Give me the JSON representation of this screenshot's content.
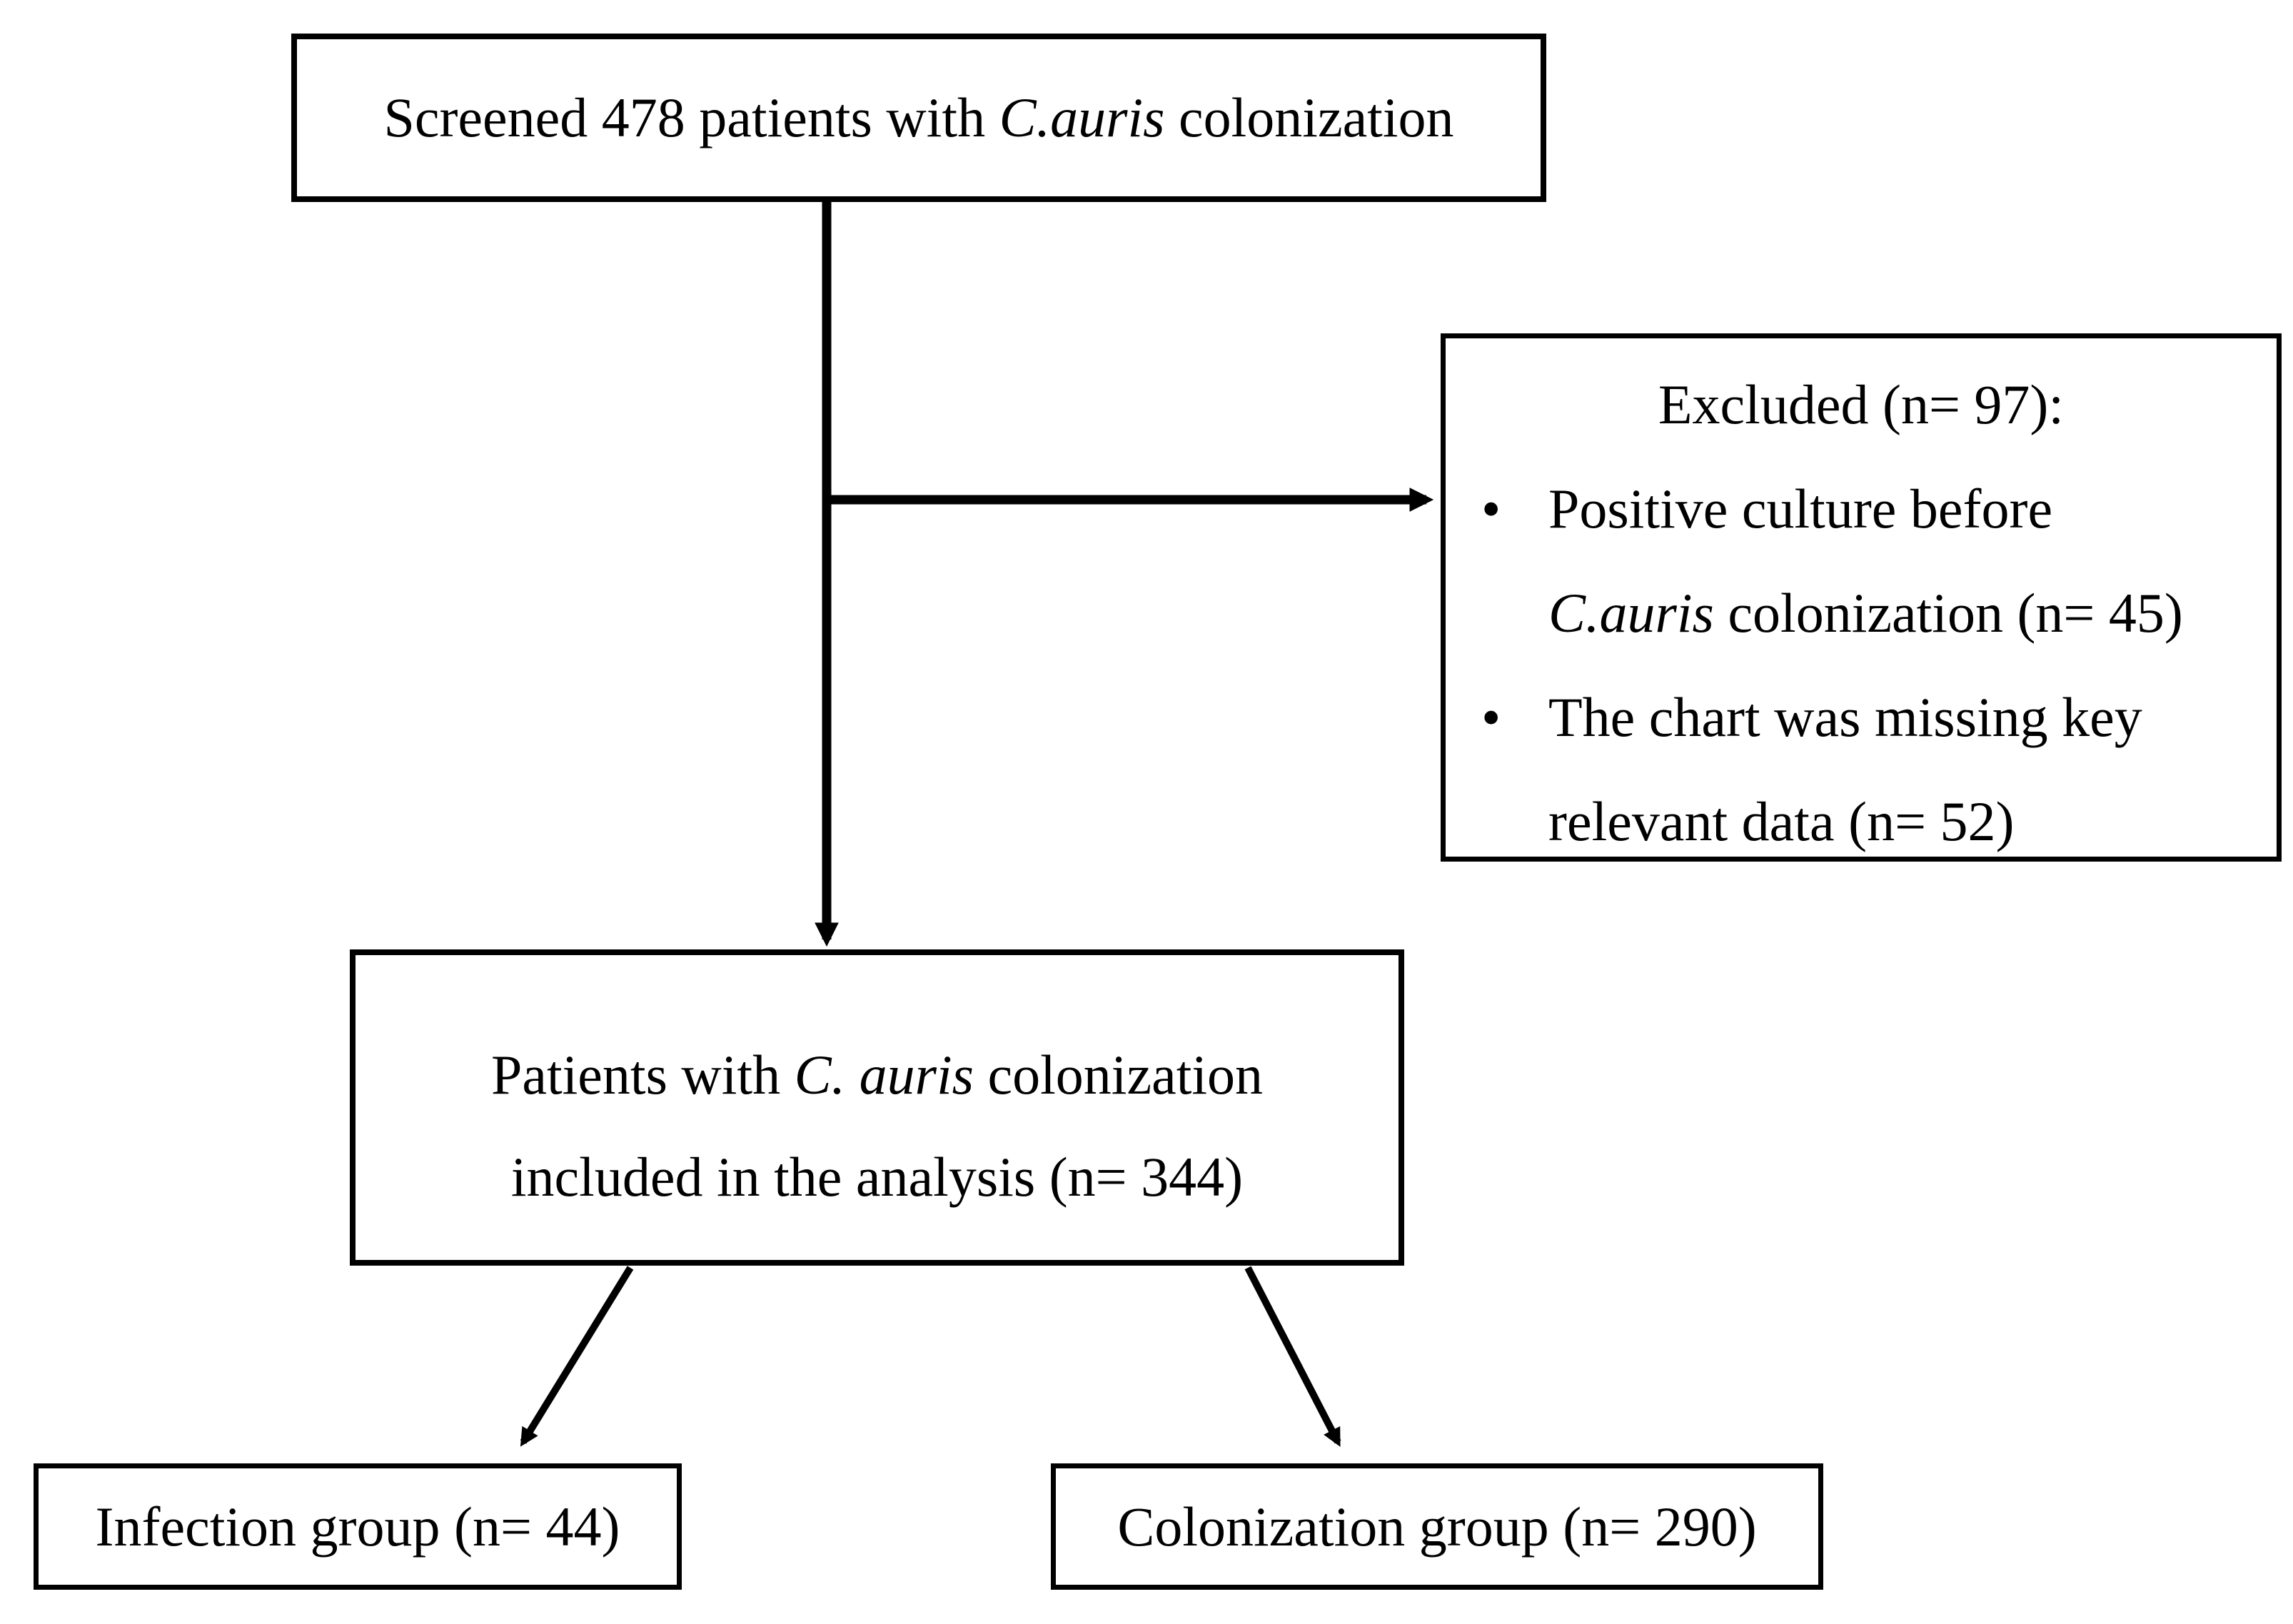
{
  "colors": {
    "ink": "#000000",
    "paper": "#ffffff"
  },
  "flowchart": {
    "screened": {
      "text_pre": "Screened 478 patients with ",
      "species": "C.auris",
      "text_post": " colonization"
    },
    "excluded": {
      "title": "Excluded (n= 97):",
      "bullet": "•",
      "items": [
        {
          "line1": "Positive culture before",
          "line2_species": "C.auris",
          "line2_post": " colonization (n= 45)"
        },
        {
          "line1": "The chart was missing key",
          "line2": "relevant data (n= 52)"
        }
      ]
    },
    "included": {
      "line1_pre": "Patients with ",
      "line1_species": "C. auris",
      "line1_post": " colonization",
      "line2": "included in the analysis (n= 344)"
    },
    "infection_label": "Infection group (n= 44)",
    "colonization_label": "Colonization group (n= 290)"
  }
}
